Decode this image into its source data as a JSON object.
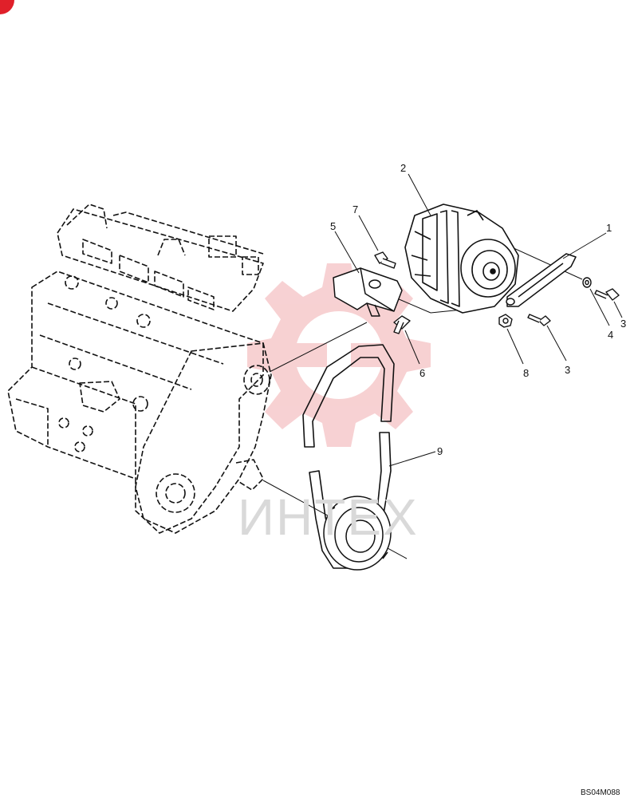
{
  "diagram": {
    "figure_id": "BS04M088",
    "watermark_text": "ИНТЕХ",
    "callouts": [
      "1",
      "2",
      "3",
      "3",
      "4",
      "5",
      "6",
      "7",
      "8",
      "9"
    ]
  },
  "colors": {
    "line": "#111111",
    "watermark_logo": "#f6c9cb",
    "watermark_text": "#d9d9d9",
    "corner_badge": "#e0202a"
  },
  "icons": {
    "corner_badge": "red-circle-icon",
    "watermark_logo": "gear-logo-icon"
  }
}
